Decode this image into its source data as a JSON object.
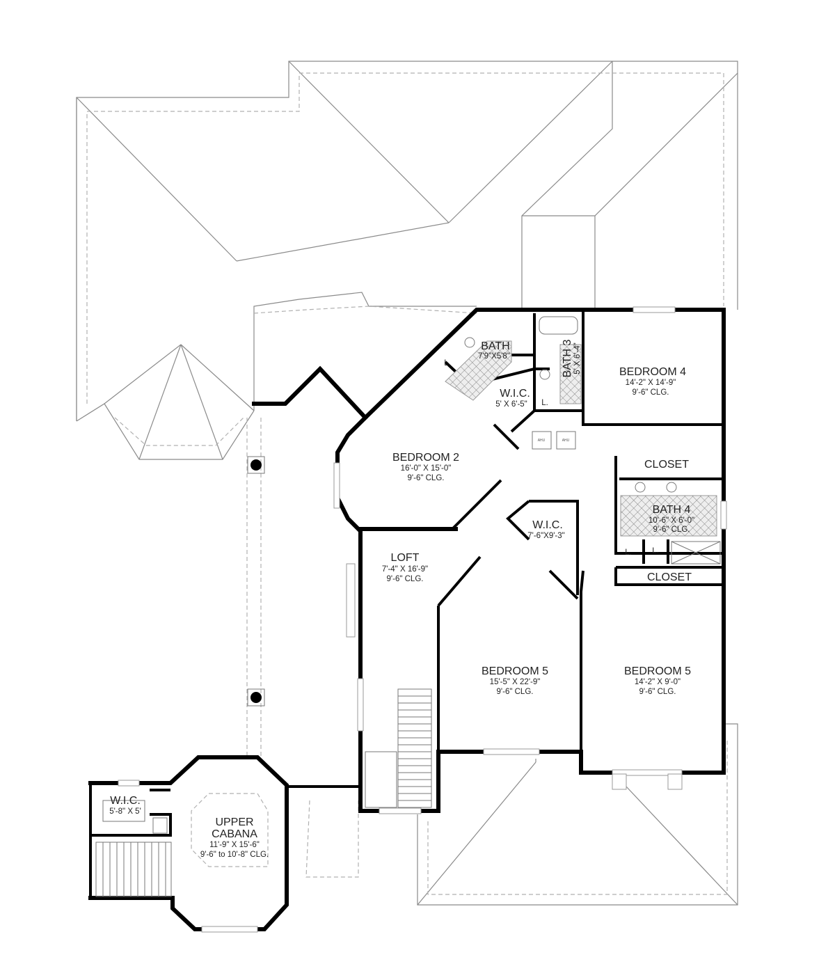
{
  "plan": {
    "rooms": {
      "bath": {
        "name": "BATH",
        "dims": "7'9\"X5'8\""
      },
      "bath3": {
        "name": "BATH 3",
        "dims": "5' X 6'-4\""
      },
      "wic_upper": {
        "name": "W.I.C.",
        "dims": "5' X 6'-5\""
      },
      "bedroom4": {
        "name": "BEDROOM 4",
        "dims": "14'-2\" X 14'-9\"",
        "ceiling": "9'-6\" CLG."
      },
      "bedroom2": {
        "name": "BEDROOM 2",
        "dims": "16'-0\" X 15'-0\"",
        "ceiling": "9'-6\" CLG."
      },
      "closet_upper": {
        "name": "CLOSET"
      },
      "bath4": {
        "name": "BATH 4",
        "dims": "10'-6\" X 6'-0\"",
        "ceiling": "9'-6\" CLG."
      },
      "wic_mid": {
        "name": "W.I.C.",
        "dims": "7'-6\"X9'-3\""
      },
      "loft": {
        "name": "LOFT",
        "dims": "7'-4\" X 16'-9\"",
        "ceiling": "9'-6\" CLG."
      },
      "closet_lower": {
        "name": "CLOSET"
      },
      "bedroom5a": {
        "name": "BEDROOM 5",
        "dims": "15'-5\" X 22'-9\"",
        "ceiling": "9'-6\" CLG."
      },
      "bedroom5b": {
        "name": "BEDROOM 5",
        "dims": "14'-2\" X 9'-0\"",
        "ceiling": "9'-6\" CLG."
      },
      "wic_cabana": {
        "name": "W.I.C.",
        "dims": "5'-8\" X 5'"
      },
      "cabana": {
        "name1": "UPPER",
        "name2": "CABANA",
        "dims": "11'-9\" X 15'-6\"",
        "ceiling": "9'-6\" to 10'-8\" CLG."
      }
    },
    "linen": "L.",
    "ahu": "AHU"
  }
}
